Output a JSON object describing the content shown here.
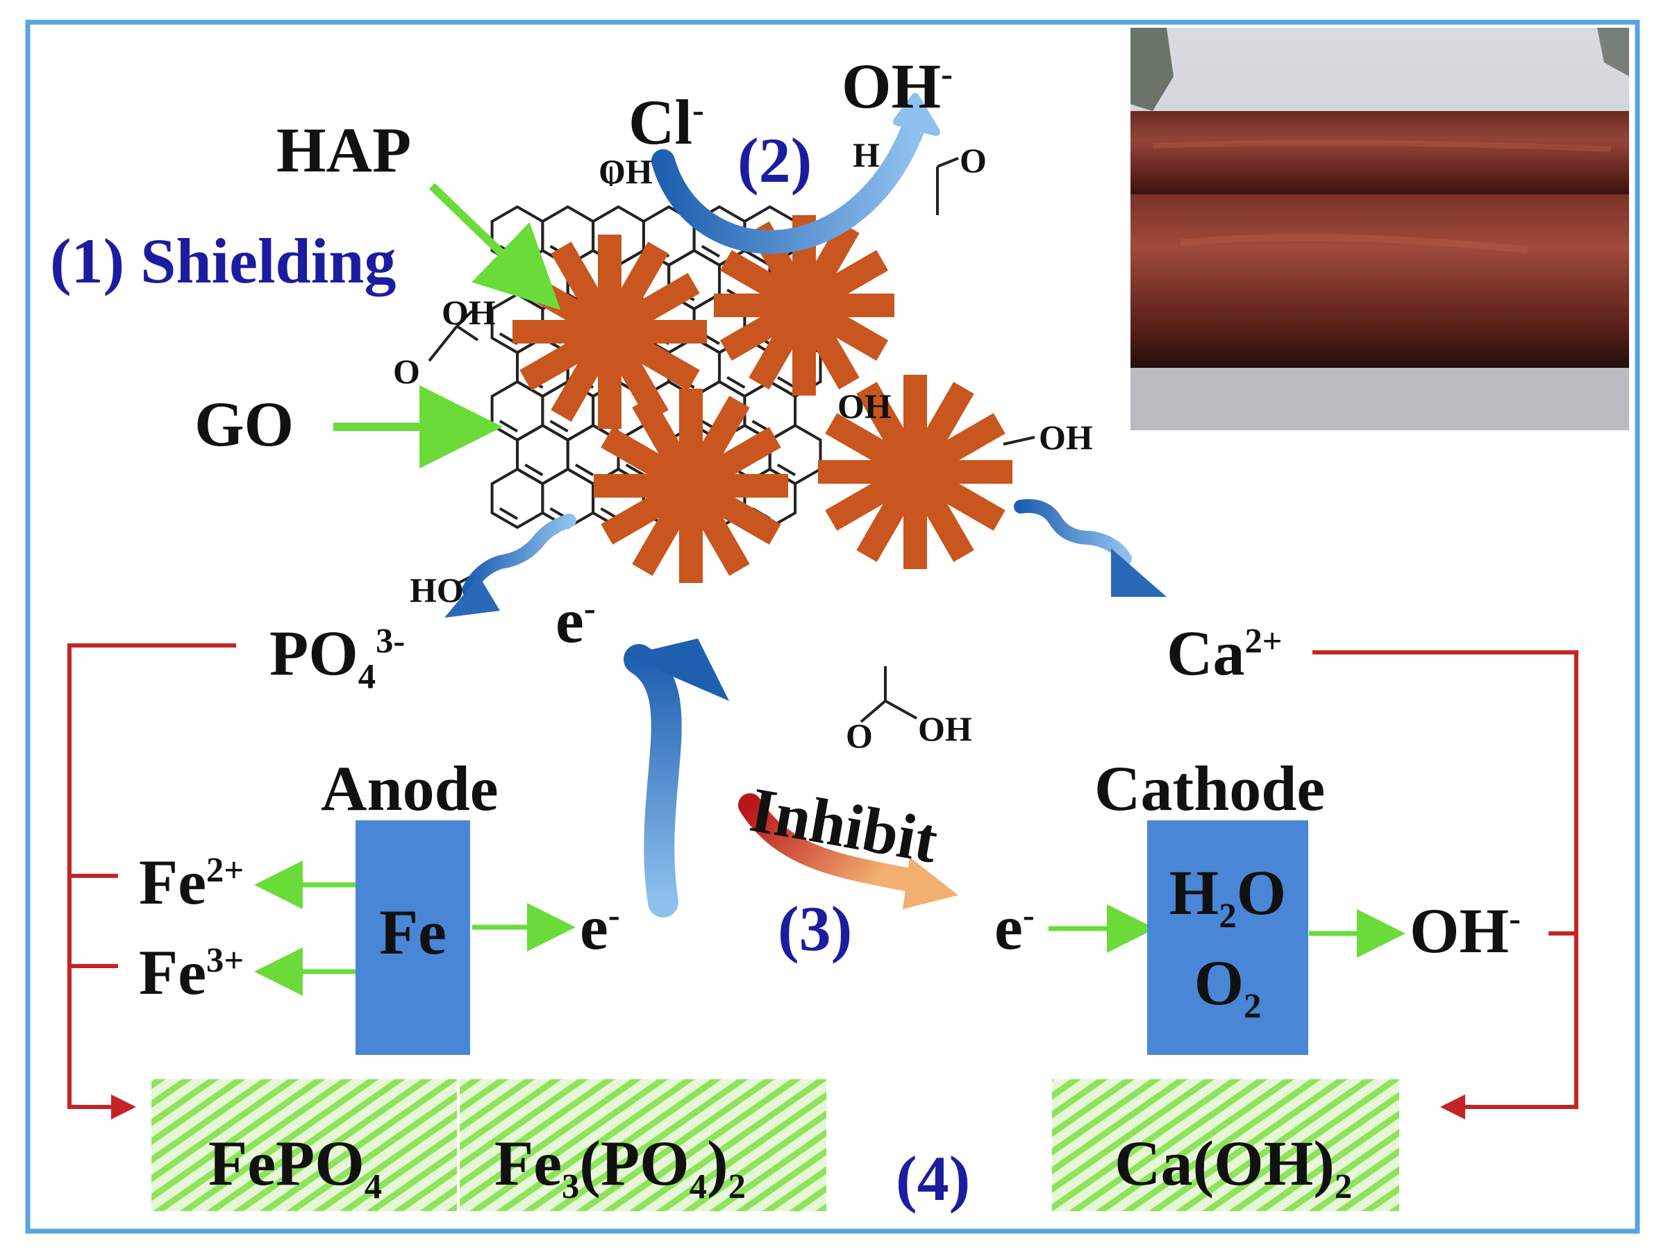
{
  "labels": {
    "hap": "HAP",
    "shielding": "(1) Shielding",
    "go": "GO",
    "cl": "Cl",
    "cl_sup": "-",
    "step2": "(2)",
    "oh_top": "OH",
    "oh_top_sup": "-",
    "po4": "PO",
    "po4_sub": "4",
    "po4_sup": "3-",
    "ca": "Ca",
    "ca_sup": "2+",
    "electron_sheet": "e",
    "electron_sup": "-",
    "anode": "Anode",
    "cathode": "Cathode",
    "inhibit": "Inhibit",
    "step3": "(3)",
    "step4": "(4)",
    "fe2": "Fe",
    "fe2_sup": "2+",
    "fe3": "Fe",
    "fe3_sup": "3+",
    "fe_box": "Fe",
    "e_anode": "e",
    "e_anode_sup": "-",
    "e_cathode": "e",
    "e_cathode_sup": "-",
    "h2o": "H",
    "h2o_sub": "2",
    "h2o_o": "O",
    "o2": "O",
    "o2_sub": "2",
    "oh_right": "OH",
    "oh_right_sup": "-",
    "fepo4": "FePO",
    "fepo4_sub": "4",
    "fe3po42_a": "Fe",
    "fe3po42_sub1": "3",
    "fe3po42_b": "(PO",
    "fe3po42_sub2": "4",
    "fe3po42_c": ")",
    "fe3po42_sub3": "2",
    "caoh2": "Ca(OH)",
    "caoh2_sub": "2"
  },
  "molecule_labels": {
    "oh1": "OH",
    "oh2": "OH",
    "o1": "O",
    "oh3": "OH",
    "oh4": "OH",
    "oh5": "OH",
    "ho": "HO",
    "o_bottom": "O",
    "oh_bottom": "OH",
    "h_top": "H",
    "o_top": "O"
  },
  "colors": {
    "frame": "#5aa3e0",
    "hap_star": "#c8561e",
    "green_arrow": "#6bdb3a",
    "red_line": "#c42424",
    "blue_box": "#4a86d6",
    "label_blue": "#1c1ca0"
  },
  "icons": [
    "hap-star-icon",
    "graphene-oxide-sheet-icon",
    "rusty-pipes-photo"
  ]
}
